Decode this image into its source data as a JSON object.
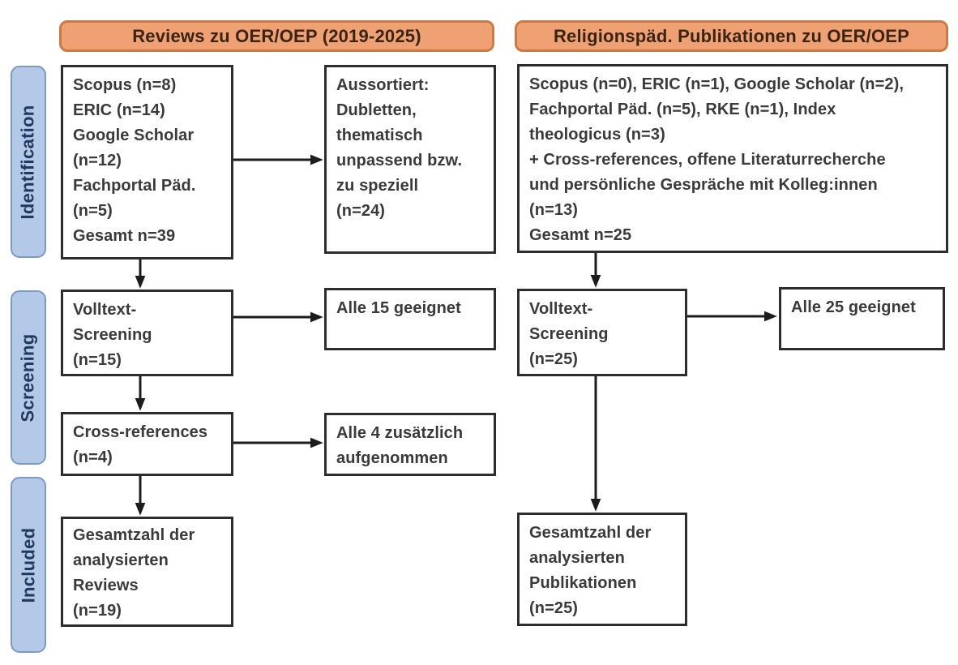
{
  "diagram_title": "PRISMA-style literature search flow diagram",
  "colors": {
    "header_fill": "#F0A173",
    "header_border": "#CB7A46",
    "header_text": "#3B2414",
    "stage_fill": "#B4C9E7",
    "stage_border": "#7D99C4",
    "stage_text": "#203A5F",
    "node_border": "#2D2D2D",
    "node_text": "#3A3A3A",
    "arrow": "#1C1C1C",
    "background": "#FFFFFF"
  },
  "headers": [
    {
      "label": "Reviews zu OER/OEP (2019-2025)"
    },
    {
      "label": "Religionspäd. Publikationen zu OER/OEP"
    }
  ],
  "stages": [
    {
      "label": "Identification"
    },
    {
      "label": "Screening"
    },
    {
      "label": "Included"
    }
  ],
  "nodes": {
    "left_sources": {
      "text": "Scopus (n=8)\nERIC (n=14)\nGoogle Scholar\n(n=12)\nFachportal Päd.\n(n=5)\nGesamt n=39"
    },
    "left_excluded": {
      "text": "Aussortiert:\nDubletten,\nthematisch\nunpassend bzw.\nzu speziell\n(n=24)"
    },
    "right_sources": {
      "text": "Scopus (n=0), ERIC (n=1), Google Scholar (n=2),\nFachportal Päd. (n=5), RKE (n=1), Index\ntheologicus (n=3)\n+ Cross-references, offene Literaturrecherche\nund persönliche Gespräche mit Kolleg:innen\n(n=13)\nGesamt n=25"
    },
    "left_fulltext": {
      "text": "Volltext-\nScreening\n(n=15)"
    },
    "left_fulltext_result": {
      "text": "Alle 15 geeignet"
    },
    "left_crossref": {
      "text": "Cross-references\n(n=4)"
    },
    "left_crossref_result": {
      "text": "Alle 4 zusätzlich\naufgenommen"
    },
    "left_included": {
      "text": "Gesamtzahl der\nanalysierten\nReviews\n(n=19)"
    },
    "right_fulltext": {
      "text": "Volltext-\nScreening\n(n=25)"
    },
    "right_fulltext_result": {
      "text": "Alle 25 geeignet"
    },
    "right_included": {
      "text": "Gesamtzahl der\nanalysierten\nPublikationen\n(n=25)"
    }
  }
}
